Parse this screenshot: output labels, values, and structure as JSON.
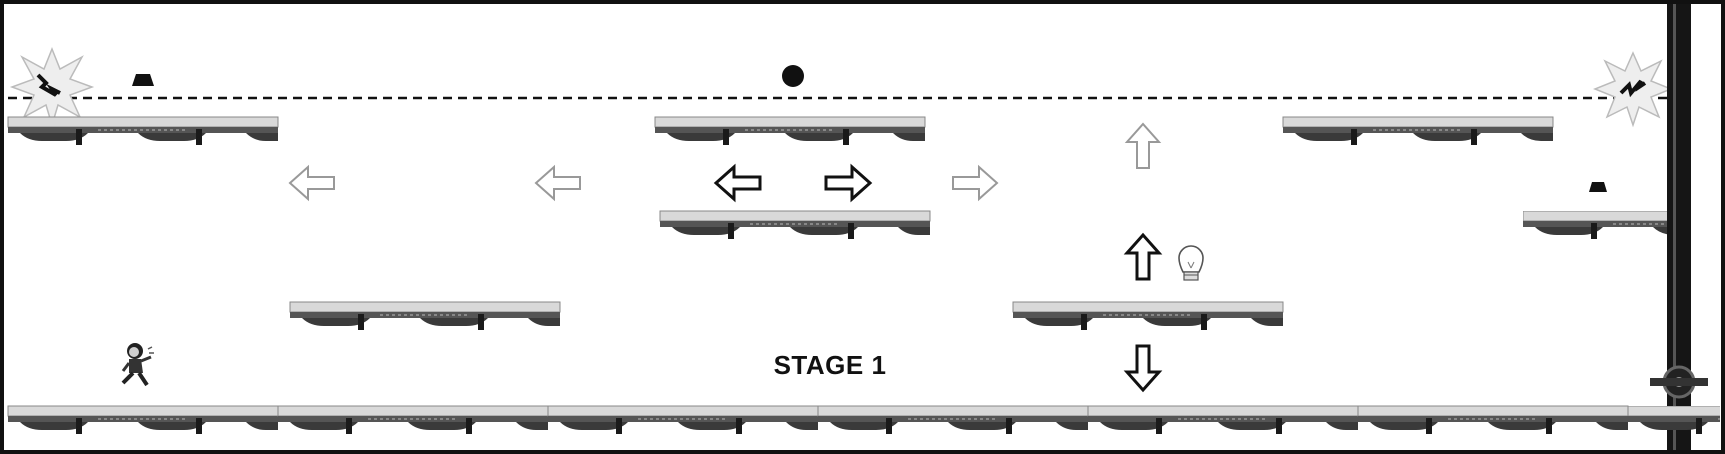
{
  "stage": {
    "label": "STAGE 1"
  },
  "colors": {
    "border": "#111111",
    "platform_top": "#d9d9d9",
    "platform_rail": "#555555",
    "platform_rivets": "#1a1a1a",
    "arrow_bold": "#111111",
    "arrow_faded": "#999999",
    "laser": "#111111",
    "pole": "#111111"
  },
  "elements": {
    "player": "player-character",
    "hazards": [
      "spark-hazard-left",
      "spark-hazard-right",
      "laser-tripwire"
    ],
    "pickups": [
      "lightbulb-hint",
      "black-ball",
      "weight-block-left",
      "weight-block-right"
    ],
    "arrows": [
      "arrow-left-faded",
      "arrow-left-faded",
      "arrow-left",
      "arrow-right",
      "arrow-right-faded",
      "arrow-up-faded",
      "arrow-up",
      "arrow-down"
    ]
  }
}
